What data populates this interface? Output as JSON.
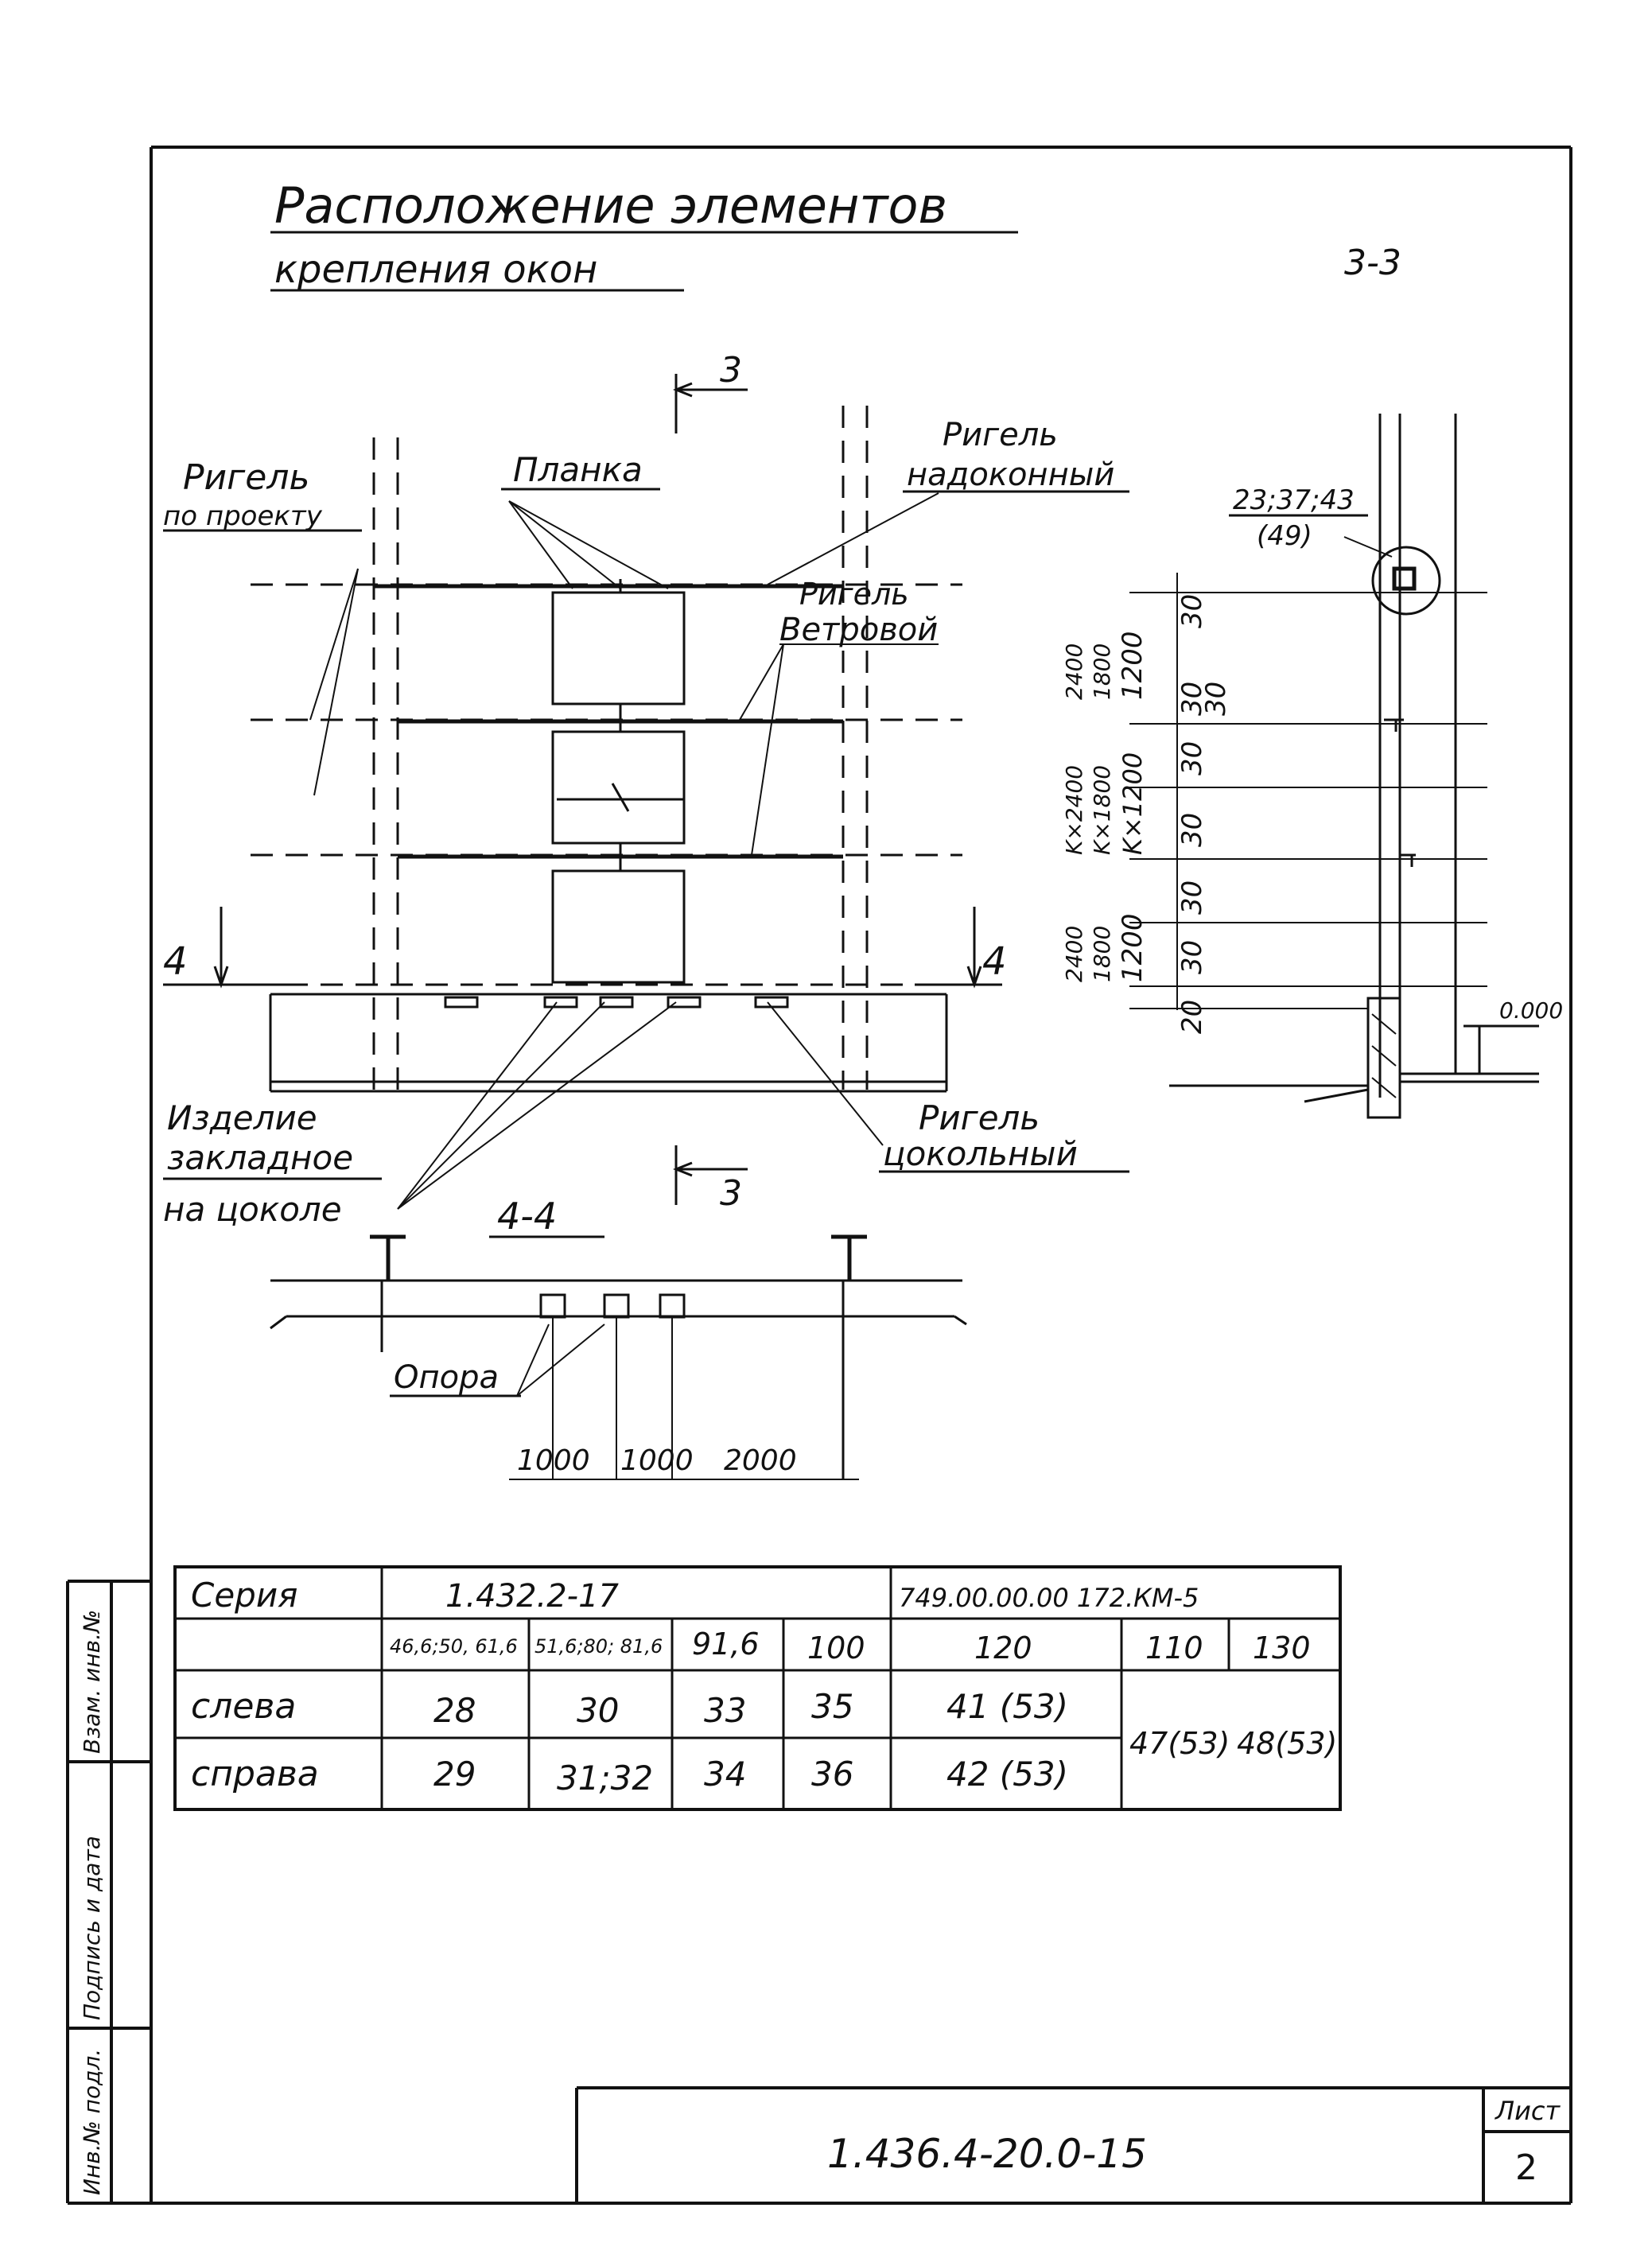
{
  "title": {
    "line1": "Расположение элементов",
    "line2": "крепления окон"
  },
  "section_mark_33": "3-3",
  "elevation": {
    "cut_marks": {
      "top": "3",
      "bottom": "3",
      "left": "4",
      "right": "4"
    },
    "labels": {
      "rigel_po_proektu": [
        "Ригель",
        "по проекту"
      ],
      "planka": "Планка",
      "rigel_nadokonny": [
        "Ригель",
        "надоконный"
      ],
      "rigel_vetrovoy": [
        "Ригель",
        "Ветровой"
      ],
      "izdelie": [
        "Изделие",
        "закладное",
        "на цоколе"
      ],
      "rigel_tsokolny": [
        "Ригель",
        "цокольный"
      ]
    }
  },
  "section_33": {
    "callout": [
      "23;37;43",
      "(49)"
    ],
    "dims_top": [
      "2400",
      "1800",
      "1200"
    ],
    "dims_mid": [
      "K×2400",
      "K×1800",
      "K×1200"
    ],
    "dims_bot": [
      "2400",
      "1800",
      "1200"
    ],
    "small_dims": [
      "30",
      "30",
      "30",
      "30",
      "30",
      "30",
      "30",
      "20"
    ],
    "level": "0.000"
  },
  "section_44": {
    "title": "4-4",
    "opora": "Опора",
    "dims": [
      "1000",
      "1000",
      "2000"
    ]
  },
  "table": {
    "row_header": "Серия",
    "series_a": "1.432.2-17",
    "series_b": "749.00.00.00 172.КМ-5",
    "columns": [
      "46,6;50, 61,6",
      "51,6;80; 81,6",
      "91,6",
      "100",
      "120",
      "110",
      "130"
    ],
    "rows": [
      {
        "label": "слева",
        "values": [
          "28",
          "30",
          "33",
          "35",
          "41 (53)"
        ]
      },
      {
        "label": "справа",
        "values": [
          "29",
          "31;32",
          "34",
          "36",
          "42 (53)"
        ]
      }
    ],
    "merged_a": "47(53)",
    "merged_b": "48(53)"
  },
  "side_stamp": [
    "Взам. инв.№",
    "Подпись и дата",
    "Инв.№ подл."
  ],
  "title_block": {
    "doc_number": "1.436.4-20.0-15",
    "sheet_label": "Лист",
    "sheet_number": "2"
  }
}
